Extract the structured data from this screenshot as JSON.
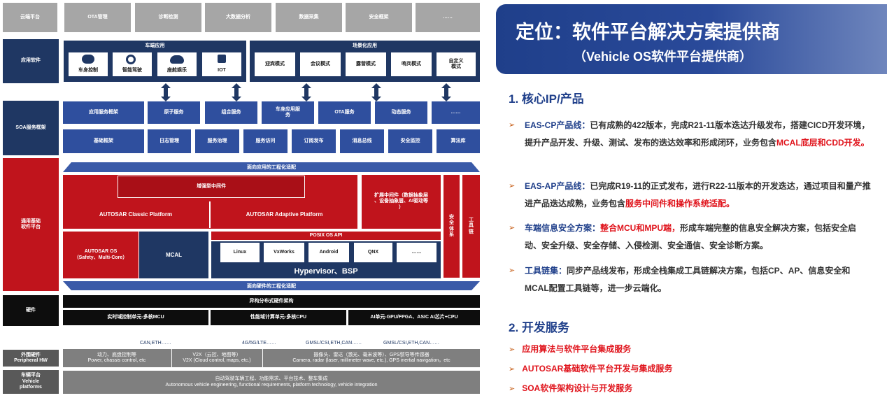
{
  "top_row": [
    "云端平台",
    "OTA管理",
    "诊断检测",
    "大数据分析",
    "数据采集",
    "安全框架",
    "……"
  ],
  "side_labels": {
    "app": "应用软件",
    "soa": "SOA服务框架",
    "base_line1": "通用基础",
    "base_line2": "软件平台",
    "hw": "硬件",
    "periph_line1": "外围硬件",
    "periph_line2": "Peripheral HW",
    "veh_line1": "车辆平台",
    "veh_line2": "Vehicle",
    "veh_line3": "platforms"
  },
  "app": {
    "vehicle_group": "车端应用",
    "vehicle_items": [
      "车身控制",
      "智能驾驶",
      "座舱娱乐",
      "IOT"
    ],
    "scene_group": "场景化应用",
    "scene_items": [
      "迎宾模式",
      "会议模式",
      "露营模式",
      "哨兵模式"
    ],
    "custom_line1": "自定义",
    "custom_line2": "模式"
  },
  "soa": {
    "row1": [
      "应用服务框架",
      "原子服务",
      "组合服务",
      "车身应用服务",
      "OTA服务",
      "动态服务",
      "……"
    ],
    "row1_item4_line1": "车身应用服",
    "row1_item4_line2": "务",
    "row2": [
      "基础框架",
      "日志管理",
      "服务治理",
      "服务访问",
      "订阅发布",
      "消息总线",
      "安全监控",
      "算法库"
    ]
  },
  "base": {
    "app_band": "面向应用的工程化适配",
    "enhanced_middleware": "增强型中间件",
    "classic": "AUTOSAR Classic Platform",
    "adaptive": "AUTOSAR Adaptive Platform",
    "ext_line1": "扩展中间件（数据抽象层",
    "ext_line2": "、设备抽象层、AI驱动等",
    "ext_line3": "）",
    "security": [
      "安",
      "全",
      "体",
      "系"
    ],
    "tools": [
      "工",
      "具",
      "链"
    ],
    "posix": "POSIX OS API",
    "os_line1": "AUTOSAR OS",
    "os_line2": "（Safety、Multi-Core）",
    "mcal": "MCAL",
    "kernels": [
      "Linux",
      "VxWorks",
      "Android",
      "QNX",
      "……"
    ],
    "hypervisor": "Hypervisor、BSP",
    "hw_band": "面向硬件的工程化适配"
  },
  "hw": {
    "hetero": "异构分布式硬件架构",
    "units": [
      "实时域控制单元-多核MCU",
      "性能域计算单元-多核CPU",
      "AI单元-GPU/FPGA、ASIC AI芯片+CPU"
    ]
  },
  "buses": [
    "CAN,ETH……",
    "4G/5G/LTE……",
    "GMSL/CSI,ETH,CAN……",
    "GMSL/CSI,ETH,CAN……"
  ],
  "periph": [
    {
      "cn": "动力、底盘控制等",
      "en": "Power, chassis control, etc"
    },
    {
      "cn": "V2X（云控、地图等）",
      "en": "V2X (Cloud control, maps, etc.)"
    },
    {
      "cn": "摄像头、雷达（激光、毫米波等）、GPS惯导等传感器",
      "en": "Camera, radar (laser, millimeter wave, etc.), GPS inertial navigation，etc"
    }
  ],
  "vehicle": {
    "cn": "自动驾驶车辆工程、功能需求、平台技术、整车集成",
    "en": "Autonomous vehicle engineering, functional requirements, platform technology, vehicle integration"
  },
  "right": {
    "title": "定位：软件平台解决方案提供商",
    "subtitle": "（Vehicle OS软件平台提供商）",
    "sec1": "1. 核心IP/产品",
    "mark": "➢",
    "i1_label": "EAS-CP产品线：",
    "i1_text": "已有成熟的422版本，完成R21-11版本迭达升级发布，搭建CICD开发环境，提升产品开发、升级、测试、发布的迭达效率和形成闭环，业务包含",
    "i1_red": "MCAL底层和CDD开发。",
    "i2_label": "EAS-AP产品线：",
    "i2_text": "已完成R19-11的正式发布，进行R22-11版本的开发迭达，通过项目和量产推进产品迭达成熟，业务包含",
    "i2_red": "服务中间件和操作系统适配。",
    "i3_label": "车端信息安全方案：",
    "i3_red": "整合MCU和MPU端，",
    "i3_text": "形成车端完整的信息安全解决方案，包括安全启动、安全升级、安全存储、入侵检测、安全通信、安全诊断方案。",
    "i4_label": "工具链集：",
    "i4_text": "同步产品线发布，形成全栈集成工具链解决方案，包括CP、AP、信息安全和MCAL配置工具链等，进一步云端化。",
    "sec2": "2. 开发服务",
    "services": [
      "应用算法与软件平台集成服务",
      "AUTOSAR基础软件平台开发与集成服务",
      "SOA软件架构设计与开发服务"
    ]
  },
  "colors": {
    "navy": "#1f3763",
    "blue": "#2f4f9e",
    "red": "#c0141c",
    "accent": "#e0141c"
  }
}
